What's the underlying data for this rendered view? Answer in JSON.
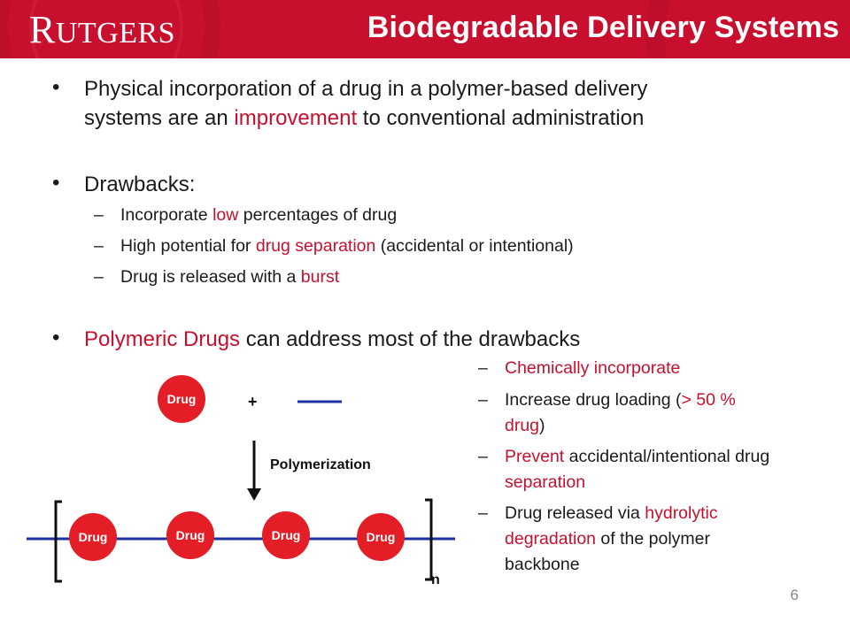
{
  "header": {
    "logo_first": "R",
    "logo_rest": "UTGERS",
    "title": "Biodegradable Delivery Systems"
  },
  "bullet_char": "•",
  "dash_char": "–",
  "bullets": {
    "b1_pre": "Physical incorporation of a drug in a polymer-based delivery",
    "b1_line2_pre": "systems are an ",
    "b1_red": "improvement",
    "b1_post": " to conventional administration",
    "b2": "Drawbacks:",
    "b3_red": "Polymeric Drugs",
    "b3_post": " can address most of the drawbacks"
  },
  "drawbacks": [
    {
      "pre": "Incorporate ",
      "red": "low",
      "post": " percentages of drug"
    },
    {
      "pre": "High potential for ",
      "red": "drug separation",
      "post": " (accidental or intentional)"
    },
    {
      "pre": "Drug is released with a ",
      "red": "burst",
      "post": ""
    }
  ],
  "advantages": {
    "a1_red": "Chemically incorporate",
    "a2_pre": "Increase drug loading (",
    "a2_red1": "> 50 %",
    "a2_red2": "drug",
    "a2_post": ")",
    "a3_red": "Prevent",
    "a3_post": " accidental/intentional drug",
    "a3_red2": "separation",
    "a4_pre": "Drug released via ",
    "a4_red": "hydrolytic",
    "a4_red2": "degradation",
    "a4_post": " of the polymer",
    "a4_line3": "backbone"
  },
  "diagram": {
    "drug_label": "Drug",
    "plus": "+",
    "polymerization": "Polymerization",
    "n": "n"
  },
  "page_number": "6",
  "colors": {
    "brand_red": "#c8102e",
    "drug_red": "#e41e26",
    "polymer_blue": "#1c2fa0"
  }
}
